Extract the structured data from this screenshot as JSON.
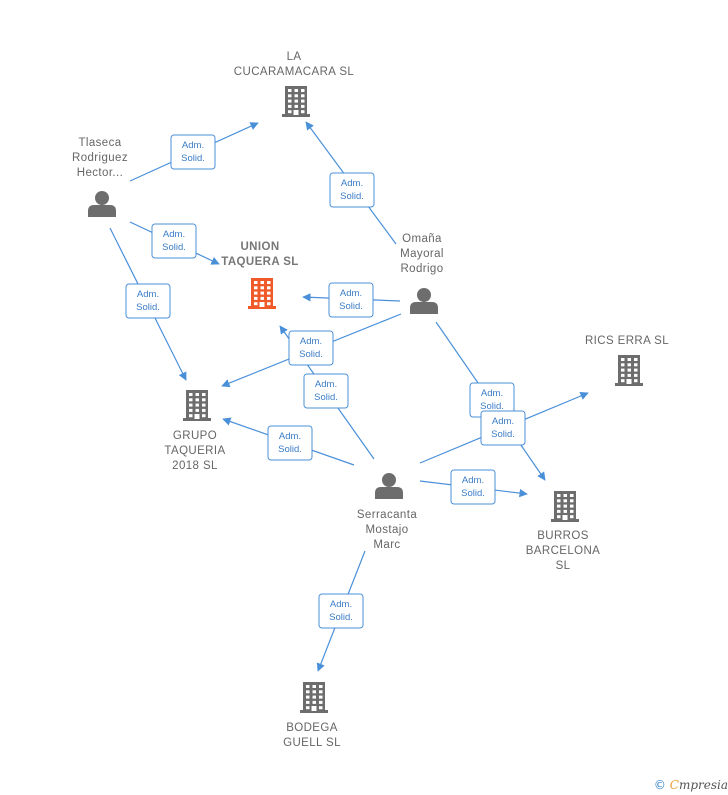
{
  "nodes": [
    {
      "id": "la-cucaramacara",
      "type": "company",
      "lines": [
        "LA",
        "CUCARAMACARA SL"
      ],
      "main": false
    },
    {
      "id": "union-taquera",
      "type": "company",
      "lines": [
        "UNION",
        "TAQUERA  SL"
      ],
      "main": true
    },
    {
      "id": "grupo-taqueria",
      "type": "company",
      "lines": [
        "GRUPO",
        "TAQUERIA",
        "2018  SL"
      ],
      "main": false
    },
    {
      "id": "rics-erra",
      "type": "company",
      "lines": [
        "RICS ERRA SL"
      ],
      "main": false
    },
    {
      "id": "burros-barcelona",
      "type": "company",
      "lines": [
        "BURROS",
        "BARCELONA",
        "SL"
      ],
      "main": false
    },
    {
      "id": "bodega-guell",
      "type": "company",
      "lines": [
        "BODEGA",
        "GUELL  SL"
      ],
      "main": false
    },
    {
      "id": "tlaseca",
      "type": "person",
      "lines": [
        "Tlaseca",
        "Rodriguez",
        "Hector..."
      ],
      "main": false
    },
    {
      "id": "omana",
      "type": "person",
      "lines": [
        "Omaña",
        "Mayoral",
        "Rodrigo"
      ],
      "main": false
    },
    {
      "id": "serracanta",
      "type": "person",
      "lines": [
        "Serracanta",
        "Mostajo",
        "Marc"
      ],
      "main": false
    }
  ],
  "edges": [
    {
      "from": "tlaseca",
      "to": "la-cucaramacara",
      "label": [
        "Adm.",
        "Solid."
      ]
    },
    {
      "from": "tlaseca",
      "to": "union-taquera",
      "label": [
        "Adm.",
        "Solid."
      ]
    },
    {
      "from": "tlaseca",
      "to": "grupo-taqueria",
      "label": [
        "Adm.",
        "Solid."
      ]
    },
    {
      "from": "omana",
      "to": "la-cucaramacara",
      "label": [
        "Adm.",
        "Solid."
      ]
    },
    {
      "from": "omana",
      "to": "union-taquera",
      "label": [
        "Adm.",
        "Solid."
      ]
    },
    {
      "from": "omana",
      "to": "grupo-taqueria",
      "label": [
        "Adm.",
        "Solid."
      ]
    },
    {
      "from": "omana",
      "to": "burros-barcelona",
      "label": [
        "Adm.",
        "Solid."
      ]
    },
    {
      "from": "serracanta",
      "to": "union-taquera",
      "label": [
        "Adm.",
        "Solid."
      ]
    },
    {
      "from": "serracanta",
      "to": "grupo-taqueria",
      "label": [
        "Adm.",
        "Solid."
      ]
    },
    {
      "from": "serracanta",
      "to": "rics-erra",
      "label": [
        "Adm.",
        "Solid."
      ]
    },
    {
      "from": "serracanta",
      "to": "burros-barcelona",
      "label": [
        "Adm.",
        "Solid."
      ]
    },
    {
      "from": "serracanta",
      "to": "bodega-guell",
      "label": [
        "Adm.",
        "Solid."
      ]
    }
  ],
  "colors": {
    "company": "#6d6d6d",
    "main_company": "#f05a28",
    "person": "#6d6d6d",
    "edge": "#4a90d9"
  },
  "footer": {
    "copyright": "©",
    "brand_initial": "C",
    "brand_rest": "mpresia"
  }
}
